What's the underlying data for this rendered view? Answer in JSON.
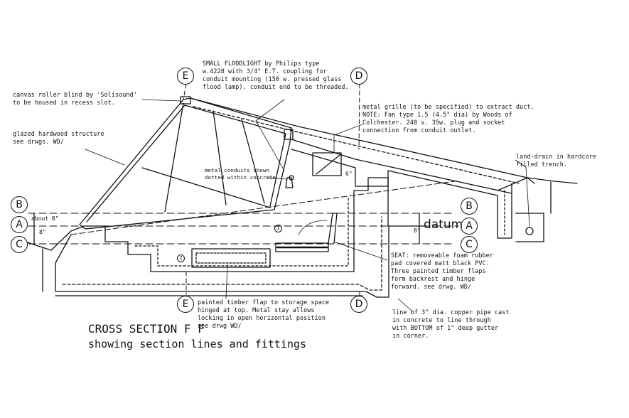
{
  "title": {
    "line1": "CROSS SECTION  F F",
    "line2": "showing section lines and fittings"
  },
  "section_marks": {
    "E": "E",
    "D": "D",
    "B": "B",
    "A": "A",
    "C": "C"
  },
  "datum_label": "datum",
  "dimensions": {
    "about8": "about 8\"",
    "eight": "8\"",
    "six": "6\"",
    "right8": "8\""
  },
  "callouts": {
    "c1": "1",
    "c2": "2"
  },
  "notes": {
    "floodlight": [
      "SMALL FLOODLIGHT by Philips type",
      "w.4228 with 3/4\" E.T. coupling for",
      "conduit mounting (150 w. pressed glass",
      "flood lamp). conduit end to be threaded."
    ],
    "blind": [
      "canvas roller blind by 'Solisound'",
      "to be housed in recess slot."
    ],
    "glazed": [
      "glazed hardwood structure",
      "see drwgs. WD/"
    ],
    "grille": [
      "metal grille (to be specified) to extract duct.",
      "NOTE: Fan type 1.5 (4.5\" dia) by Woods of",
      "Colchester. 240 v. 35w. plug and socket",
      "connection from conduit outlet."
    ],
    "landdrain": [
      "land-drain in hardcore",
      "filled trench."
    ],
    "conduit": [
      "metal conduits shown",
      "dotted within concrete"
    ],
    "seat": [
      "SEAT: removeable foam rubber",
      "pad covered matt black PVC.",
      "Three painted timber flaps",
      "form backrest and hinge",
      "forward. see drwg. WD/"
    ],
    "flap": [
      "painted timber flap to storage space",
      "hinged at top. Metal stay allows",
      "locking in open horizontal position",
      "see drwg WD/"
    ],
    "pipe": [
      "line of 3\" dia. copper pipe cast",
      "in concrete to line through",
      "with BOTTOM of 1\" deep gutter",
      "in corner."
    ]
  }
}
